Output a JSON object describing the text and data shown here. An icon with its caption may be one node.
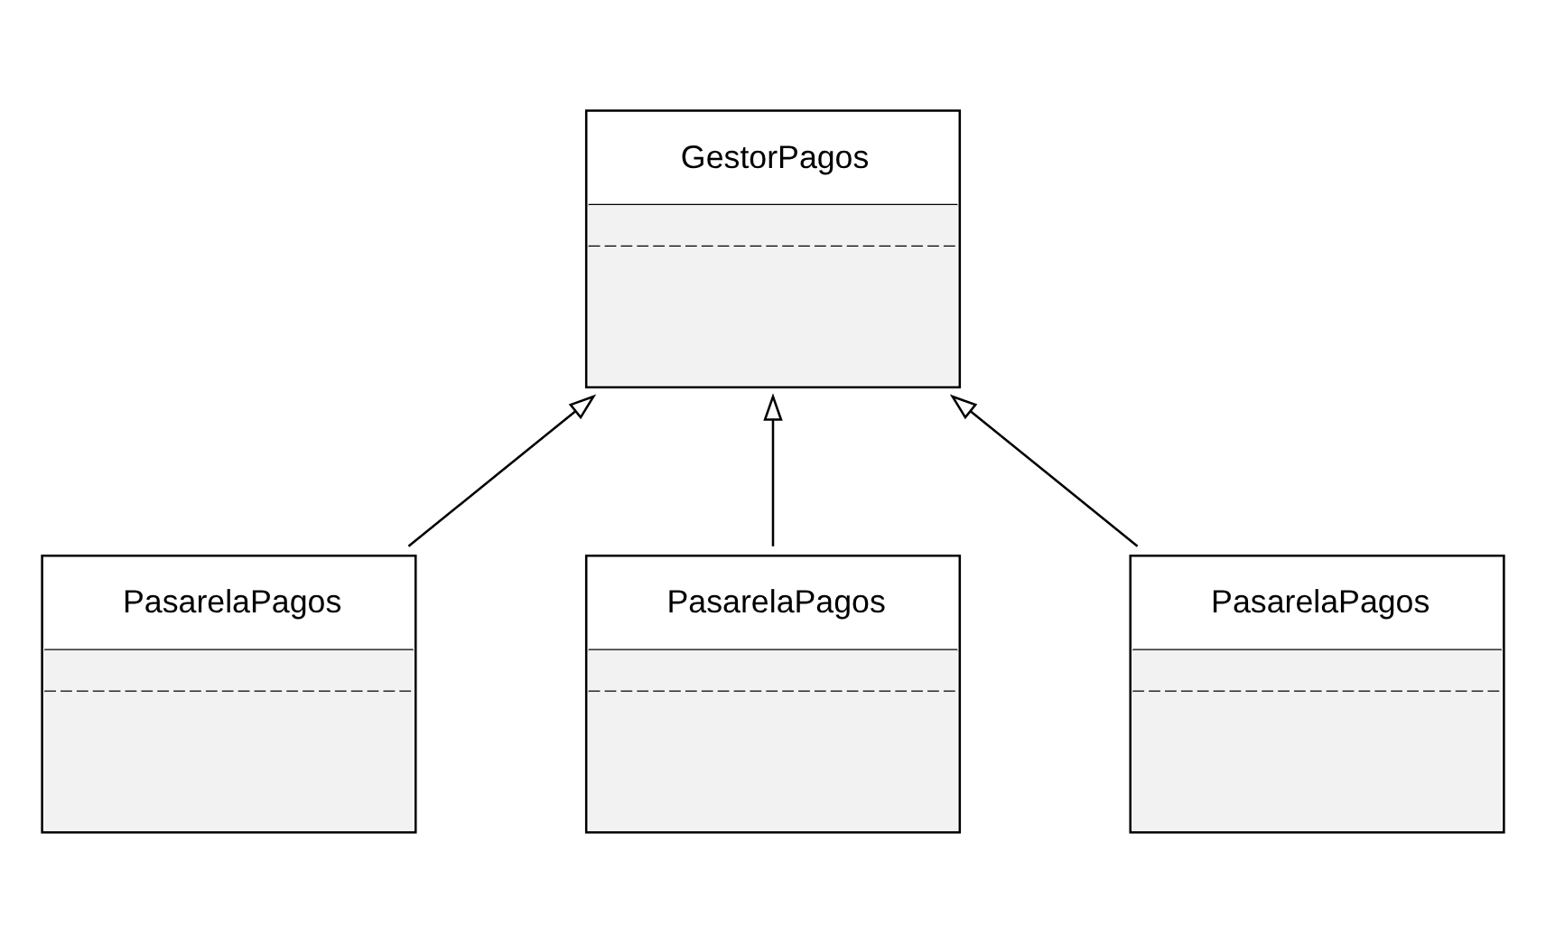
{
  "diagram": {
    "nodes": [
      {
        "text": [
          "GestorPagos"
        ]
      },
      {
        "text": [
          "PasarelaPagos"
        ]
      },
      {
        "text": [
          "PasarelaPagos"
        ]
      },
      {
        "text": [
          "PasarelaPagos"
        ]
      }
    ],
    "edges": [
      {
        "from": 1,
        "to": 0,
        "arrow": "to"
      },
      {
        "from": 2,
        "to": 0,
        "arrow": "to"
      },
      {
        "from": 3,
        "to": 0,
        "arrow": "to"
      }
    ]
  }
}
